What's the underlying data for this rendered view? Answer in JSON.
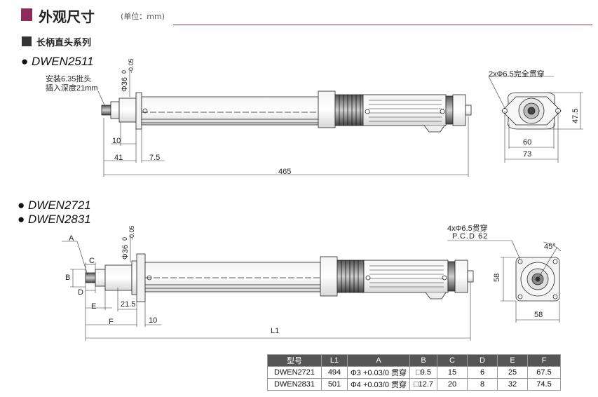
{
  "header": {
    "title": "外观尺寸",
    "unit": "(单位：mm)"
  },
  "section": {
    "title": "长柄直头系列"
  },
  "model1": {
    "name": "DWEN2511",
    "note_line1": "安装6.35批头",
    "note_line2": "插入深度21mm",
    "dia_label": "Φ36",
    "dia_tol_top": "0",
    "dia_tol_bot": "-0.05",
    "dim_10": "10",
    "dim_41": "41",
    "dim_7_5": "7.5",
    "dim_465": "465",
    "hole_label": "2xΦ6.5完全贯穿",
    "dim_60": "60",
    "dim_73": "73",
    "dim_47_5": "47.5"
  },
  "model2": {
    "name_a": "DWEN2721",
    "name_b": "DWEN2831",
    "dia_label": "Φ36",
    "dia_tol_top": "0",
    "dia_tol_bot": "-0.05",
    "lbl_A": "A",
    "lbl_B": "B",
    "lbl_C": "C",
    "lbl_D": "D",
    "lbl_E": "E",
    "lbl_F": "F",
    "dim_21_5": "21.5",
    "dim_10": "10",
    "lbl_L1": "L1",
    "hole_label": "4xΦ6.5贯穿",
    "pcd_label": "P.C.D 62",
    "angle": "45°",
    "dim_58_v": "58",
    "dim_58_h": "58"
  },
  "table": {
    "headers": [
      "型号",
      "L1",
      "A",
      "B",
      "C",
      "D",
      "E",
      "F"
    ],
    "rows": [
      [
        "DWEN2721",
        "494",
        "Φ3 +0.03/0 贯穿",
        "□9.5",
        "15",
        "6",
        "25",
        "67.5"
      ],
      [
        "DWEN2831",
        "501",
        "Φ4 +0.03/0 贯穿",
        "□12.7",
        "20",
        "8",
        "32",
        "74.5"
      ]
    ]
  },
  "colors": {
    "accent": "#8b2c5c",
    "table_header": "#555555"
  }
}
